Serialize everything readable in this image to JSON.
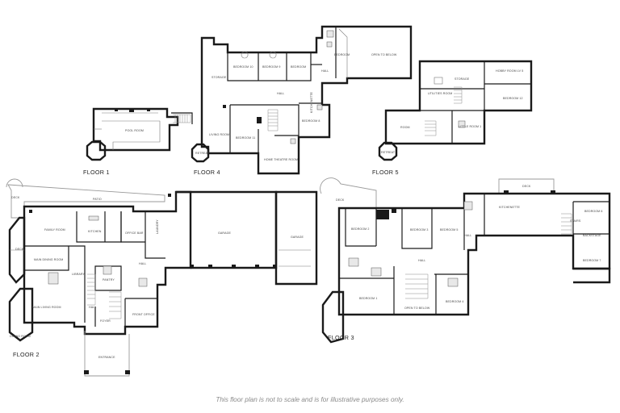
{
  "floors": {
    "floor1": "FLOOR 1",
    "floor2": "FLOOR 2",
    "floor3": "FLOOR 3",
    "floor4": "FLOOR 4",
    "floor5": "FLOOR 5"
  },
  "rooms": {
    "pool_room": "POOL ROOM",
    "storage_f4": "STORAGE",
    "bedroom10": "BEDROOM 10",
    "bedroom9": "BEDROOM 9",
    "bedroom_f4": "BEDROOM",
    "vaulted_bedroom": "BEDROOM",
    "open_to_below_f4": "OPEN TO BELOW",
    "hall_f4": "HALL",
    "hall_f4b": "HALL",
    "living_room_f4": "LIVING ROOM",
    "kitchenette_f4": "KITCHENETTE",
    "bedroom8": "BEDROOM 8",
    "bedroom11": "BEDROOM 11",
    "retreat_f4": "RETREAT",
    "home_theatre": "HOME THEATRE ROOM",
    "storage_f5": "STORAGE",
    "hobby_room": "HOBBY ROOM LV 5",
    "utilities_room": "UTILITIES ROOM",
    "bedroom12": "BEDROOM 12",
    "room_f5": "ROOM",
    "little_room": "LITTLE ROOM 1",
    "retreat_f5": "RETREAT",
    "deck_f2": "DECK",
    "patio": "PATIO",
    "family_room": "FAMILY ROOM",
    "kitchen": "KITCHEN",
    "office_bar": "OFFICE BAR",
    "laundry": "LAUNDRY",
    "garage1": "GARAGE",
    "garage2": "GARAGE",
    "deck_f2b": "DECK",
    "main_dining": "MAIN DINING ROOM",
    "library": "LIBRARY",
    "pantry": "PANTRY",
    "hall_f2": "HALL",
    "main_living": "MAIN LIVING ROOM",
    "hall_f2b": "HALL",
    "foyer": "FOYER",
    "front_office": "FRONT OFFICE",
    "dining_room": "DINING ROOM",
    "entrance": "ENTRANCE",
    "deck_f3": "DECK",
    "deck_f3b": "DECK",
    "bedroom2": "BEDROOM 2",
    "bedroom3": "BEDROOM 3",
    "bedroom5": "BEDROOM 5",
    "kitchenette_f3": "KITCHENETTE",
    "bedroom6": "BEDROOM 6",
    "stairs": "STAIRS",
    "backstage": "BACKSTAGE",
    "bedroom7": "BEDROOM 7",
    "hall_f3": "HALL",
    "hall_f3b": "HALL",
    "bedroom1": "BEDROOM 1",
    "open_to_below_f3": "OPEN TO BELOW",
    "bedroom4": "BEDROOM 4"
  },
  "disclaimer": "This floor plan is not to scale and is for illustrative purposes only."
}
